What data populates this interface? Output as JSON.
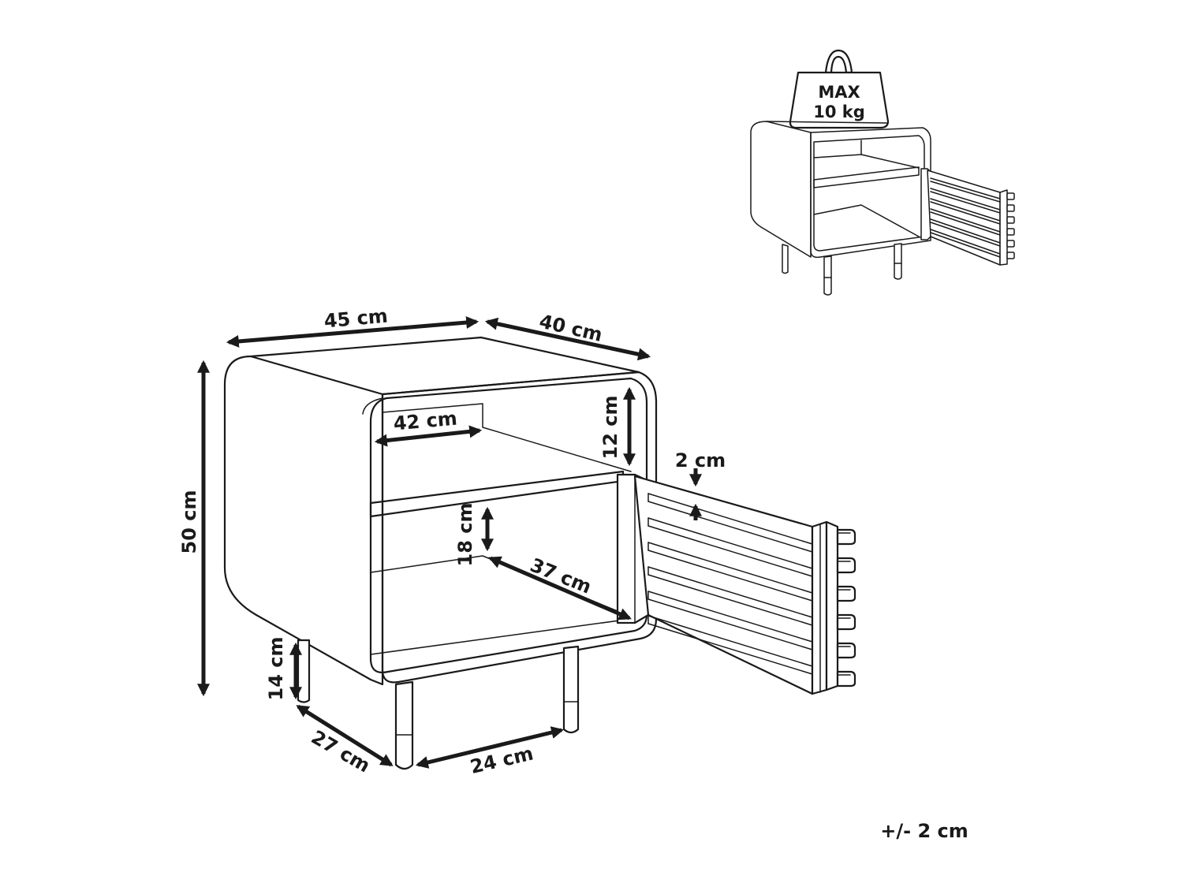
{
  "dimensions": {
    "width": "45 cm",
    "depth": "40 cm",
    "height": "50 cm",
    "inner_width": "42 cm",
    "upper_compartment_height": "12 cm",
    "door_slat_thickness": "2 cm",
    "lower_compartment_height": "18 cm",
    "inner_depth": "37 cm",
    "leg_height": "14 cm",
    "leg_spacing_depth": "27 cm",
    "leg_spacing_width": "24 cm"
  },
  "max_load": {
    "line1": "MAX",
    "line2": "10 kg"
  },
  "tolerance": "+/- 2 cm"
}
